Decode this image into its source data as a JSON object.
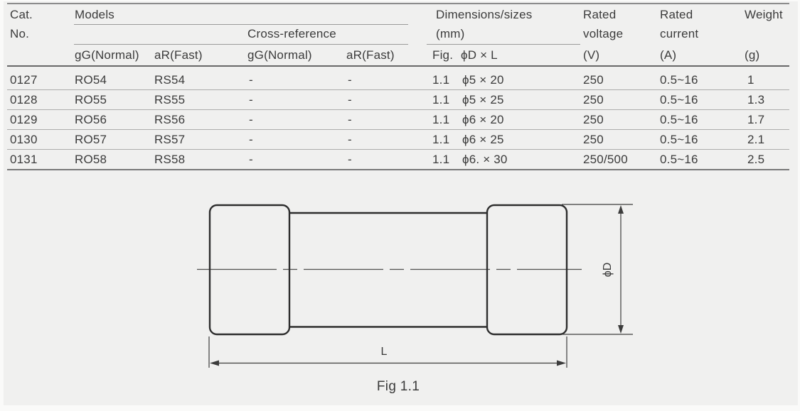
{
  "page": {
    "background": "#f0f0ef",
    "text_color": "#3b3b3b",
    "line_color": "#9a9a9a",
    "strong_line_color": "#686868"
  },
  "table": {
    "header": {
      "cat_line1": "Cat.",
      "cat_line2": "No.",
      "models": "Models",
      "cross_reference": "Cross-reference",
      "dimensions_line1": "Dimensions/sizes",
      "dimensions_line2": "(mm)",
      "rated_voltage_line1": "Rated",
      "rated_voltage_line2": "voltage",
      "rated_voltage_unit": "(V)",
      "rated_current_line1": "Rated",
      "rated_current_line2": "current",
      "rated_current_unit": "(A)",
      "weight_line1": "Weight",
      "weight_unit": "(g)",
      "sub": {
        "gg_normal": "gG(Normal)",
        "ar_fast": "aR(Fast)",
        "cross_gg_normal": "gG(Normal)",
        "cross_ar_fast": "aR(Fast)",
        "fig": "Fig.",
        "d_x_l": "ϕD × L"
      }
    },
    "rows": [
      {
        "cat": "0127",
        "gg": "RO54",
        "ar": "RS54",
        "cross_gg": "-",
        "cross_ar": "-",
        "fig": "1.1",
        "size": "ϕ5 × 20",
        "voltage": "250",
        "current": "0.5~16",
        "weight": "1"
      },
      {
        "cat": "0128",
        "gg": "RO55",
        "ar": "RS55",
        "cross_gg": "-",
        "cross_ar": "-",
        "fig": "1.1",
        "size": "ϕ5 × 25",
        "voltage": "250",
        "current": "0.5~16",
        "weight": "1.3"
      },
      {
        "cat": "0129",
        "gg": "RO56",
        "ar": "RS56",
        "cross_gg": "-",
        "cross_ar": "-",
        "fig": "1.1",
        "size": "ϕ6 × 20",
        "voltage": "250",
        "current": "0.5~16",
        "weight": "1.7"
      },
      {
        "cat": "0130",
        "gg": "RO57",
        "ar": "RS57",
        "cross_gg": "-",
        "cross_ar": "-",
        "fig": "1.1",
        "size": "ϕ6 × 25",
        "voltage": "250",
        "current": "0.5~16",
        "weight": "2.1"
      },
      {
        "cat": "0131",
        "gg": "RO58",
        "ar": "RS58",
        "cross_gg": "-",
        "cross_ar": "-",
        "fig": "1.1",
        "size": "ϕ6. × 30",
        "voltage": "250/500",
        "current": "0.5~16",
        "weight": "2.5"
      }
    ]
  },
  "figure": {
    "caption": "Fig 1.1",
    "label_length": "L",
    "label_diameter": "ϕD"
  }
}
